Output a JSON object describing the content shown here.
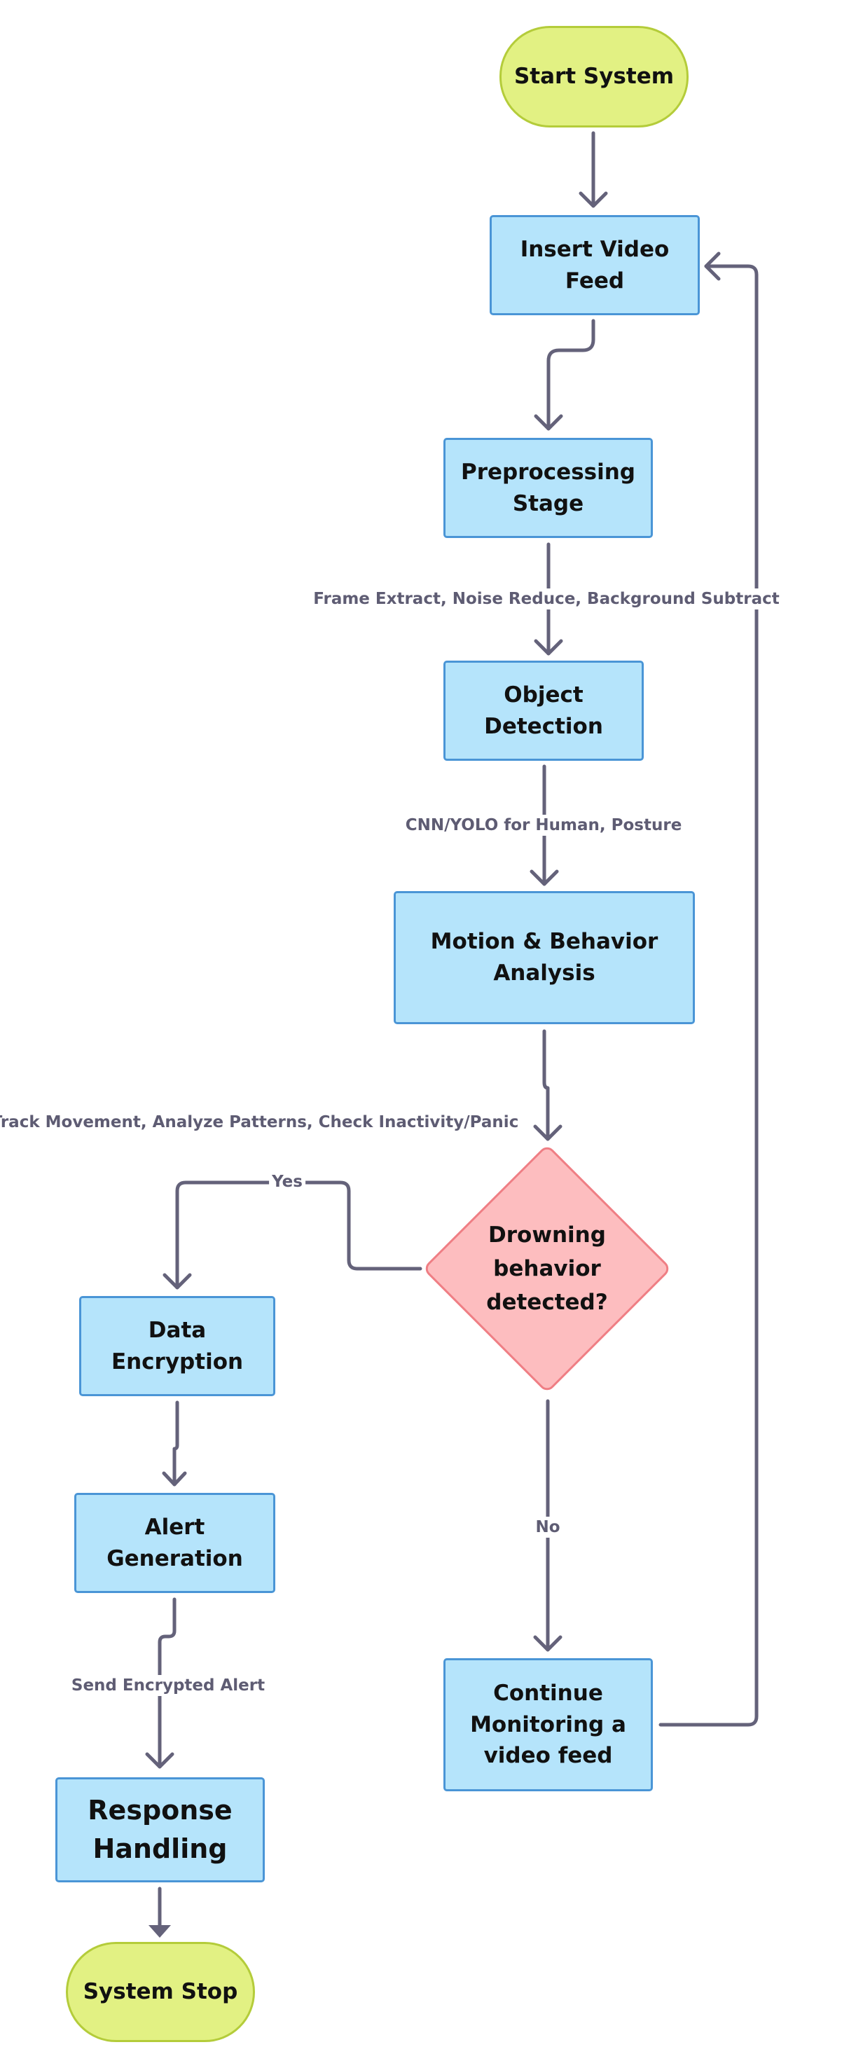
{
  "diagram": {
    "nodes": {
      "start": "Start System",
      "insert": "Insert Video\nFeed",
      "preprocess": "Preprocessing\nStage",
      "object": "Object\nDetection",
      "motion": "Motion & Behavior\nAnalysis",
      "decision": "Drowning\nbehavior\ndetected?",
      "encryption": "Data\nEncryption",
      "alert": "Alert\nGeneration",
      "response": "Response\nHandling",
      "stop": "System Stop",
      "monitor": "Continue\nMonitoring a\nvideo feed"
    },
    "edge_labels": {
      "preprocess_to_object": "Frame Extract, Noise Reduce, Background Subtract",
      "object_to_motion": "CNN/YOLO for Human, Posture",
      "motion_to_decision": "Track Movement, Analyze Patterns, Check Inactivity/Panic",
      "yes": "Yes",
      "no": "No",
      "alert_to_response": "Send Encrypted Alert"
    },
    "colors": {
      "process_fill": "#b5e4fb",
      "process_border": "#4a95d6",
      "terminal_fill": "#e2f183",
      "terminal_border": "#b4cc3a",
      "decision_fill": "#fdbdbf",
      "decision_border": "#ef7e84",
      "edge": "#64627a"
    }
  }
}
